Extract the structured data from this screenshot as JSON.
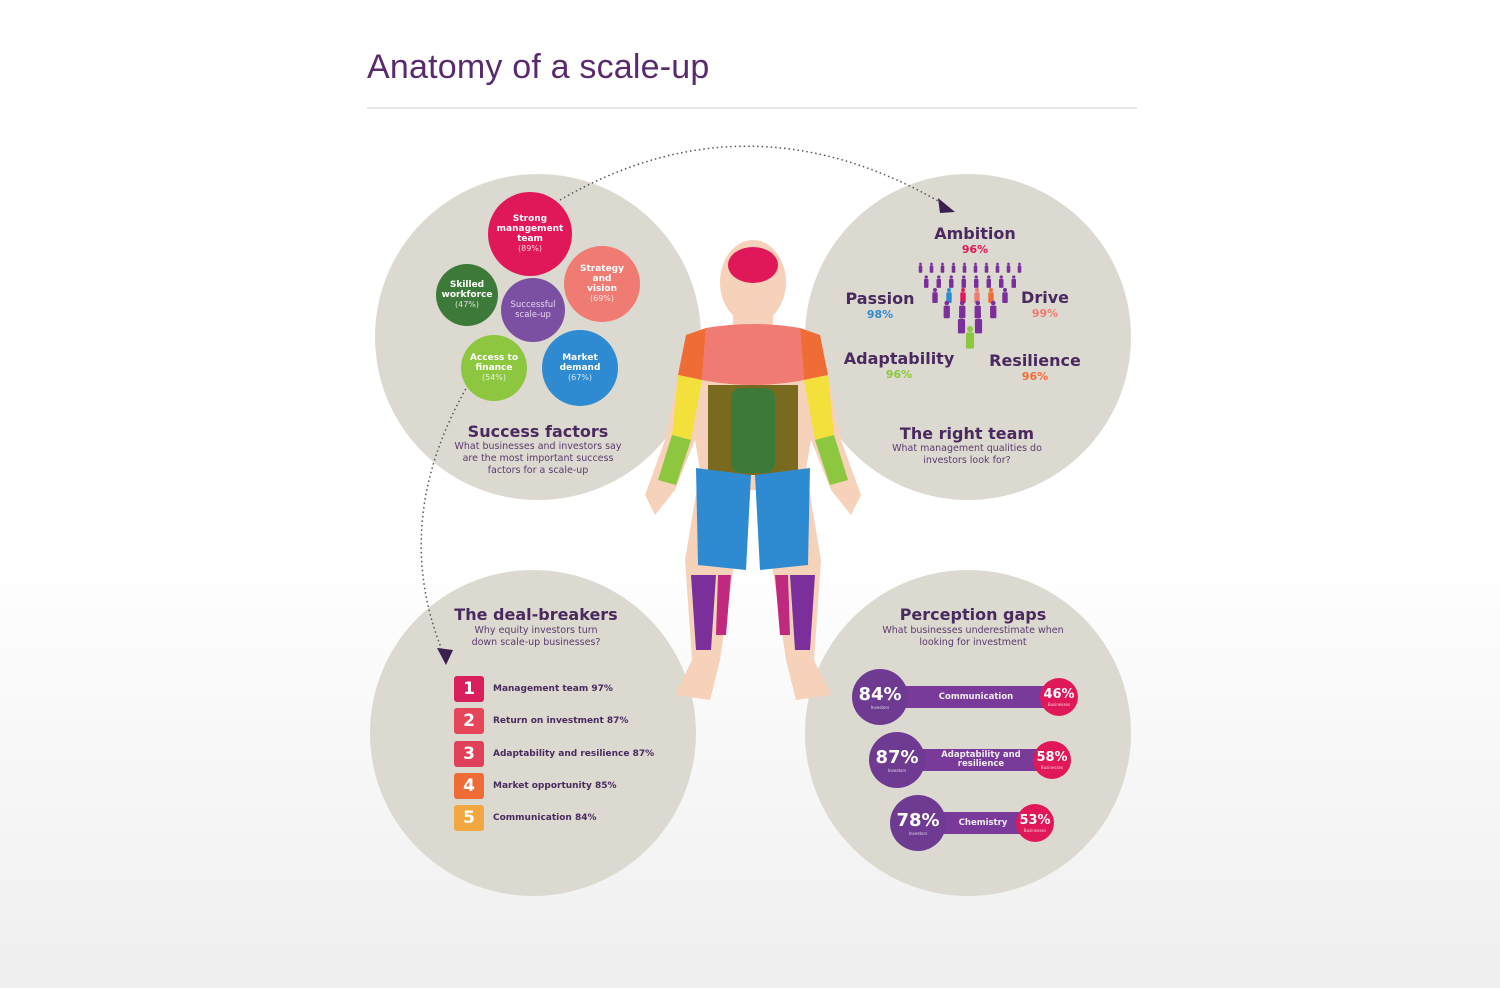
{
  "title": "Anatomy of a scale-up",
  "success_factors": {
    "heading": "Success factors",
    "subtitle": "What businesses and investors say are the most important success factors for a scale-up",
    "center": "Successful scale-up",
    "items": [
      {
        "label": "Strong management team",
        "pct": "(89%)",
        "color": "#e0185a"
      },
      {
        "label": "Strategy and vision",
        "pct": "(69%)",
        "color": "#f07b72"
      },
      {
        "label": "Skilled workforce",
        "pct": "(47%)",
        "color": "#3d7a3a"
      },
      {
        "label": "Access to finance",
        "pct": "(54%)",
        "color": "#8dc63f"
      },
      {
        "label": "Market demand",
        "pct": "(67%)",
        "color": "#2e8bd1"
      }
    ]
  },
  "right_team": {
    "heading": "The right team",
    "subtitle": "What management qualities do investors look for?",
    "qualities": [
      {
        "label": "Ambition",
        "pct": "96%",
        "color": "#e0185a"
      },
      {
        "label": "Passion",
        "pct": "98%",
        "color": "#2e8bd1"
      },
      {
        "label": "Drive",
        "pct": "99%",
        "color": "#f07b72"
      },
      {
        "label": "Adaptability",
        "pct": "96%",
        "color": "#8dc63f"
      },
      {
        "label": "Resilience",
        "pct": "96%",
        "color": "#ef6c37"
      }
    ]
  },
  "deal_breakers": {
    "heading": "The deal-breakers",
    "subtitle": "Why equity investors turn down scale-up businesses?",
    "items": [
      {
        "num": "1",
        "label": "Management team 97%",
        "color": "#d81e5b"
      },
      {
        "num": "2",
        "label": "Return on investment 87%",
        "color": "#e6455a"
      },
      {
        "num": "3",
        "label": "Adaptability and resilience 87%",
        "color": "#e0415a"
      },
      {
        "num": "4",
        "label": "Market opportunity 85%",
        "color": "#ef6c37"
      },
      {
        "num": "5",
        "label": "Communication 84%",
        "color": "#f3a740"
      }
    ]
  },
  "perception_gaps": {
    "heading": "Perception gaps",
    "subtitle": "What businesses underestimate when looking for investment",
    "rows": [
      {
        "investors": "84%",
        "investors_label": "Investors",
        "topic": "Communication",
        "businesses": "46%",
        "businesses_label": "Businesses"
      },
      {
        "investors": "87%",
        "investors_label": "Investors",
        "topic": "Adaptability and resilience",
        "businesses": "58%",
        "businesses_label": "Businesses"
      },
      {
        "investors": "78%",
        "investors_label": "Investors",
        "topic": "Chemistry",
        "businesses": "53%",
        "businesses_label": "Businesses"
      }
    ]
  }
}
